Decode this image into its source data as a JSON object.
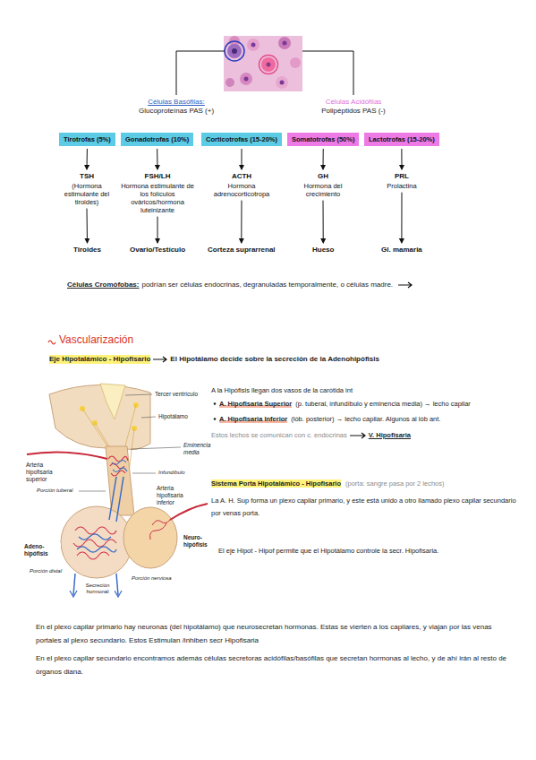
{
  "diagram": {
    "nodes": [
      {
        "text": [
          "Tirotrofas (5%)"
        ]
      },
      {
        "text": [
          "Gonadotrofas (10%)"
        ]
      },
      {
        "text": [
          "Corticotrofas (15-20%)"
        ]
      },
      {
        "text": [
          "Somatotrofas (50%)"
        ]
      },
      {
        "text": [
          "Lactotrofas (15-20%)"
        ]
      },
      {
        "text": [
          "TSH",
          "(Hormona estimulante del tiroides)"
        ]
      },
      {
        "text": [
          "FSH/LH",
          "Hormona estimulante de los folículos ováricos/hormona luteinizante"
        ]
      },
      {
        "text": [
          "ACTH",
          "Hormona adrenocorticotropa"
        ]
      },
      {
        "text": [
          "GH",
          "Hormona del crecimiento"
        ]
      },
      {
        "text": [
          "PRL",
          "Prolactina"
        ]
      },
      {
        "text": [
          "Tiroides"
        ]
      },
      {
        "text": [
          "Ovario/Testículo"
        ]
      },
      {
        "text": [
          "Corteza suprarrenal"
        ]
      },
      {
        "text": [
          "Hueso"
        ]
      },
      {
        "text": [
          "Gl. mamaria"
        ]
      }
    ],
    "edges": [
      {
        "from": 0,
        "to": 5,
        "arrow": "to"
      },
      {
        "from": 1,
        "to": 6,
        "arrow": "to"
      },
      {
        "from": 2,
        "to": 7,
        "arrow": "to"
      },
      {
        "from": 3,
        "to": 8,
        "arrow": "to"
      },
      {
        "from": 4,
        "to": 9,
        "arrow": "to"
      },
      {
        "from": 5,
        "to": 10,
        "arrow": "to"
      },
      {
        "from": 6,
        "to": 11,
        "arrow": "to"
      },
      {
        "from": 7,
        "to": 12,
        "arrow": "to"
      },
      {
        "from": 8,
        "to": 13,
        "arrow": "to"
      },
      {
        "from": 9,
        "to": 14,
        "arrow": "to"
      }
    ],
    "labels": [
      "Células Basófilas:",
      "Glucoproteínas PAS (+)",
      "Células Acidófilas",
      "Polipéptidos PAS (-)",
      "Células Cromófobas:",
      "podrían ser células endocrinas, degranuladas temporalmente, o células madre.",
      "Vascularización",
      "Eje Hipotalámico - Hipofisario",
      "El Hipotálamo decide sobre la secreción de la Adenohipófisis",
      "Tercer ventrículo",
      "Hipotálamo",
      "Eminencia media",
      "Arteria hipofisaria superior",
      "Porción tuberal",
      "Infundíbulo",
      "Arteria hipofisaria inferior",
      "Adeno-hipófisis",
      "Neuro-hipófisis",
      "Porción distal",
      "Porción nerviosa",
      "Secreción hormonal",
      "A la Hipófisis llegan dos vasos de la carótida int",
      "A. Hipofisaria Superior",
      "(p. tuberal, infundíbulo y eminencia media) → lecho capilar",
      "A. Hipofisaria Inferior",
      "(lób. posterior) → lecho capilar. Algunos al lób ant.",
      "Estos lechos se comunican con c. endocrinas",
      "V. Hipofisaria",
      "Sistema Porta Hipotalámico - Hipofisario",
      "(porta: sangre pasa por 2 lechos)",
      "La A. H. Sup forma un plexo capilar primario, y este está unido a otro llamado plexo capilar secundario por venas porta.",
      "El eje Hipot - Hipof permite que el Hipotálamo controle la secr. Hipofisaria.",
      "En el plexo capilar primario hay neuronas (del hipotálamo) que neurosecretan hormonas. Estas se vierten a los capilares, y viajan por las venas portales al plexo secundario. Estos Estimulan /inhiben secr Hipofisaria",
      "En el plexo capilar secundario encontramos además células secretoras acidófilas/basófilas que secretan hormonas al lecho, y de ahí irán al resto de órganos diana."
    ]
  }
}
